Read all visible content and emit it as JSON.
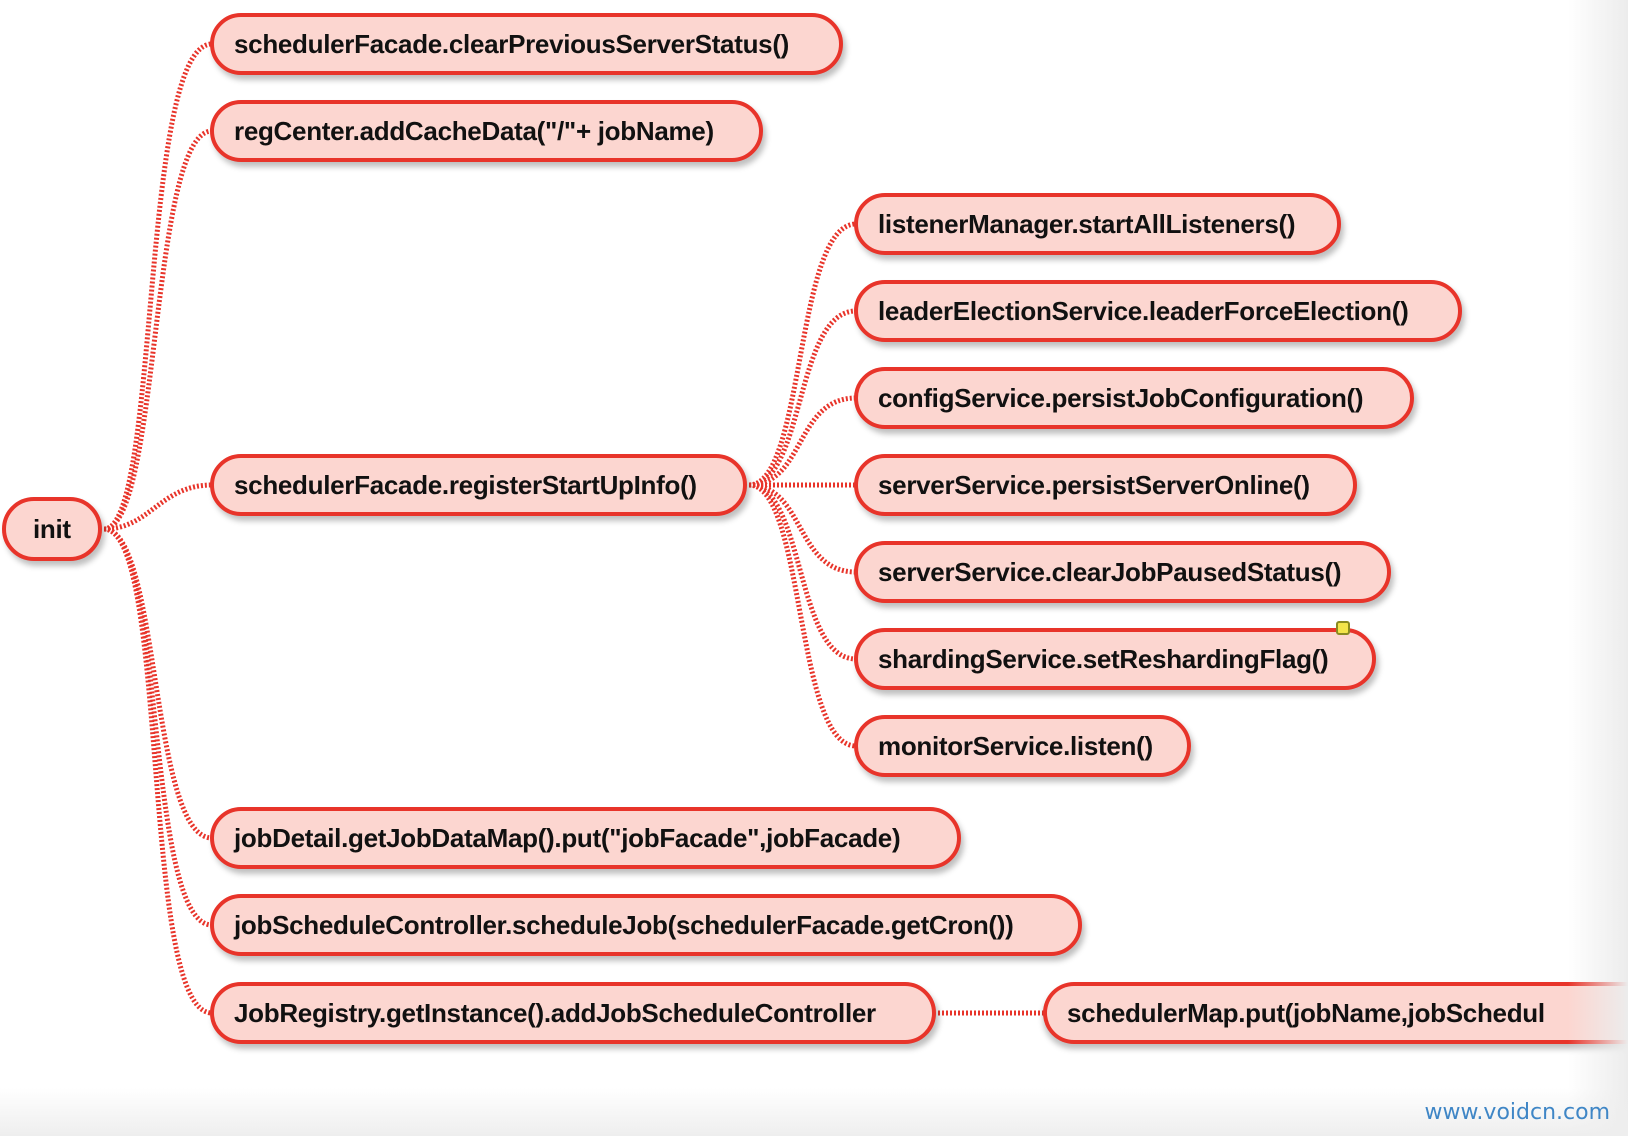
{
  "diagram": {
    "root": {
      "label": "init"
    },
    "branches": [
      {
        "label": "schedulerFacade.clearPreviousServerStatus()"
      },
      {
        "label": "regCenter.addCacheData(\"/\"+ jobName)"
      },
      {
        "label": "schedulerFacade.registerStartUpInfo()",
        "children": [
          {
            "label": "listenerManager.startAllListeners()"
          },
          {
            "label": "leaderElectionService.leaderForceElection()"
          },
          {
            "label": "configService.persistJobConfiguration()"
          },
          {
            "label": "serverService.persistServerOnline()"
          },
          {
            "label": "serverService.clearJobPausedStatus()"
          },
          {
            "label": "shardingService.setReshardingFlag()"
          },
          {
            "label": "monitorService.listen()"
          }
        ]
      },
      {
        "label": "jobDetail.getJobDataMap().put(\"jobFacade\",jobFacade)"
      },
      {
        "label": "jobScheduleController.scheduleJob(schedulerFacade.getCron())"
      },
      {
        "label": "JobRegistry.getInstance().addJobScheduleController",
        "children": [
          {
            "label": "schedulerMap.put(jobName,jobSchedul"
          }
        ]
      }
    ]
  },
  "watermark": "www.voidcn.com",
  "colors": {
    "node_fill": "#fcd6d0",
    "node_border": "#e8342a",
    "connector": "#e8342a",
    "watermark": "#3f86c6"
  }
}
